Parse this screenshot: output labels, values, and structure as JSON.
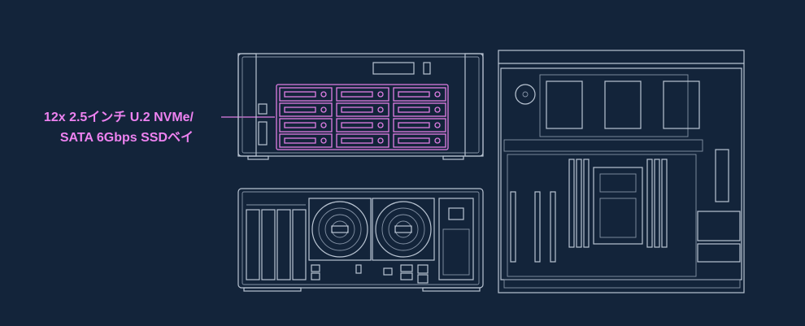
{
  "callout": {
    "line1": "12x 2.5インチ U.2 NVMe/",
    "line2": "SATA 6Gbps SSDベイ",
    "color": "#ee82f0"
  },
  "colors": {
    "background": "#13243a",
    "drawing": "#b9c4d2",
    "highlight": "#e07ee4"
  },
  "bays": {
    "rows": 4,
    "cols": 3
  }
}
